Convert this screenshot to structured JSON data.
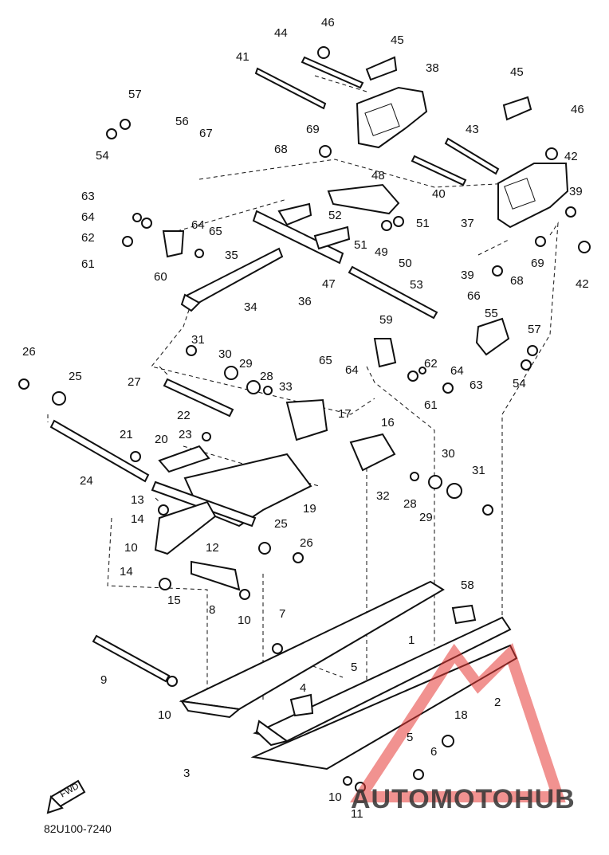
{
  "diagram": {
    "drawing_code": "82U100-7240",
    "fwd_label": "FWD",
    "watermark": {
      "brand": "AUTOMOTOHUB",
      "accent_color": "#e53935",
      "dark_color": "#333333"
    },
    "callouts": [
      "1",
      "2",
      "3",
      "4",
      "5",
      "6",
      "7",
      "8",
      "9",
      "10",
      "11",
      "12",
      "13",
      "14",
      "15",
      "16",
      "17",
      "18",
      "19",
      "20",
      "21",
      "22",
      "23",
      "24",
      "25",
      "26",
      "27",
      "28",
      "29",
      "30",
      "31",
      "32",
      "33",
      "34",
      "35",
      "36",
      "37",
      "38",
      "39",
      "40",
      "41",
      "42",
      "43",
      "44",
      "45",
      "46",
      "47",
      "48",
      "49",
      "50",
      "51",
      "52",
      "53",
      "54",
      "55",
      "56",
      "57",
      "58",
      "59",
      "60",
      "61",
      "62",
      "63",
      "64",
      "65",
      "66",
      "67",
      "68",
      "69"
    ]
  }
}
